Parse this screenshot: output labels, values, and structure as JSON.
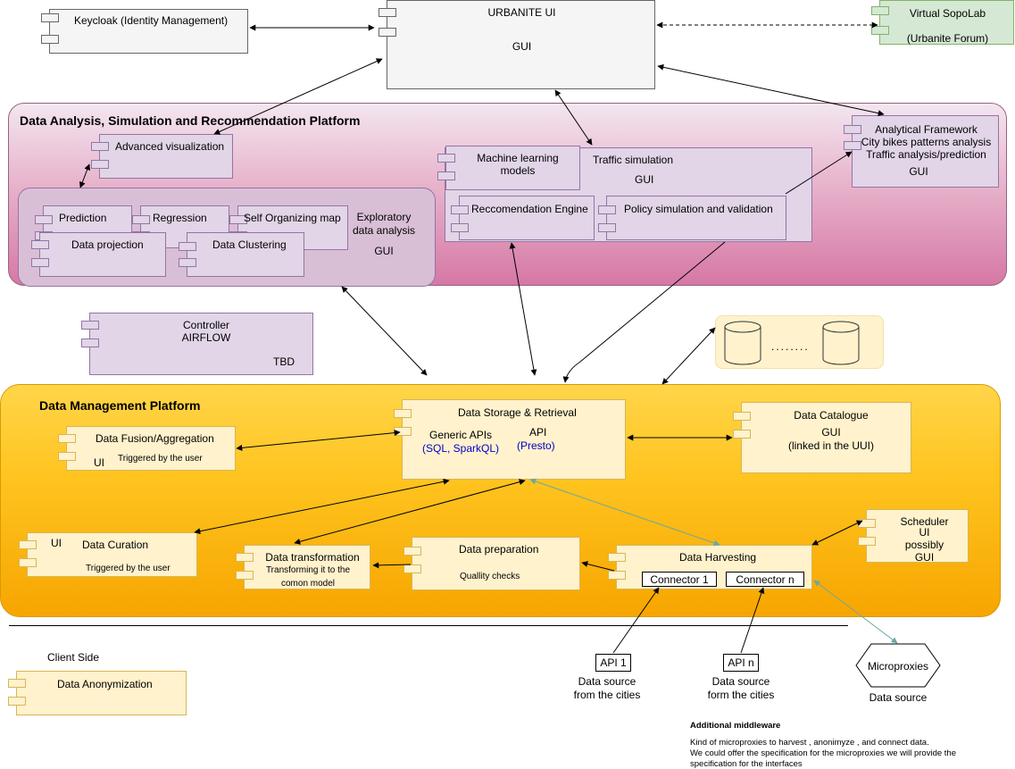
{
  "components": {
    "keycloak": {
      "label": "Keycloak (Identity Management)"
    },
    "urbanite_ui": {
      "title": "URBANITE UI",
      "sub": "GUI"
    },
    "virtual_sopolab": {
      "title": "Virtual SopoLab",
      "sub": "(Urbanite Forum)"
    },
    "analytics_platform": {
      "title": "Data Analysis, Simulation and Recommendation Platform"
    },
    "advanced_visualization": {
      "label": "Advanced visualization"
    },
    "machine_learning": {
      "line1": "Machine learning",
      "line2": "models"
    },
    "traffic_simulation": {
      "label": "Traffic simulation",
      "sub": "GUI"
    },
    "analytical_framework": {
      "line1": "Analytical Framework",
      "line2": "City bikes patterns analysis",
      "line3": "Traffic analysis/prediction",
      "sub": "GUI"
    },
    "exploratory": {
      "line1": "Exploratory",
      "line2": "data analysis",
      "sub": "GUI"
    },
    "prediction": {
      "label": "Prediction"
    },
    "regression": {
      "label": "Regression"
    },
    "som": {
      "label": "Self Organizing map"
    },
    "data_projection": {
      "label": "Data projection"
    },
    "data_clustering": {
      "label": "Data Clustering"
    },
    "recommendation_engine": {
      "label": "Reccomendation Engine"
    },
    "policy_simulation": {
      "label": "Policy simulation and validation"
    },
    "controller": {
      "line1": "Controller",
      "line2": "AIRFLOW",
      "sub": "TBD"
    },
    "storage_dots": {
      "label": "........"
    },
    "management_platform": {
      "title": "Data Management Platform"
    },
    "data_storage": {
      "title": "Data Storage & Retrieval",
      "generic": "Generic APIs",
      "generic_sub": "(SQL, SparkQL)",
      "api": "API",
      "api_sub": "(Presto)"
    },
    "data_fusion": {
      "title": "Data Fusion/Aggregation",
      "ui": "UI",
      "note": "Triggered by the user"
    },
    "data_catalogue": {
      "title": "Data Catalogue",
      "sub": "GUI",
      "sub2": "(linked in the UUI)"
    },
    "data_curation": {
      "ui": "UI",
      "title": "Data Curation",
      "note": "Triggered by the user"
    },
    "data_transformation": {
      "title": "Data transformation",
      "note1": "Transforming it to the",
      "note2": "comon model"
    },
    "data_preparation": {
      "title": "Data preparation",
      "note": "Quallity checks"
    },
    "data_harvesting": {
      "title": "Data Harvesting",
      "connector1": "Connector 1",
      "connectorn": "Connector n"
    },
    "scheduler": {
      "line1": "Scheduler",
      "line2": "UI",
      "line3": "possibly",
      "line4": "GUI"
    }
  },
  "client_side": {
    "label": "Client Side",
    "anonymization": "Data Anonymization"
  },
  "sources": {
    "api1": {
      "label": "API 1",
      "caption1": "Data source",
      "caption2": "from the cities"
    },
    "apin": {
      "label": "API n",
      "caption1": "Data source",
      "caption2": "form the cities"
    },
    "microproxies": {
      "label": "Microproxies",
      "caption": "Data source"
    }
  },
  "notes": {
    "middleware_title": "Additional middleware",
    "middleware_line1": "Kind of microproxies to harvest , anonimyze , and connect data.",
    "middleware_line2": "We could offer the specification for the microproxies we will provide the",
    "middleware_line3": "specification for the interfaces"
  },
  "colors": {
    "analytics_gradient_top": "#f3e6ef",
    "analytics_gradient_bottom": "#d678a5",
    "management_gradient_top": "#ffd54a",
    "management_gradient_bottom": "#f7a500",
    "lavender": "#e1d5e7",
    "cream": "#fff2cc",
    "green": "#d5e8d4",
    "teal_arrow": "#67a9a5"
  }
}
